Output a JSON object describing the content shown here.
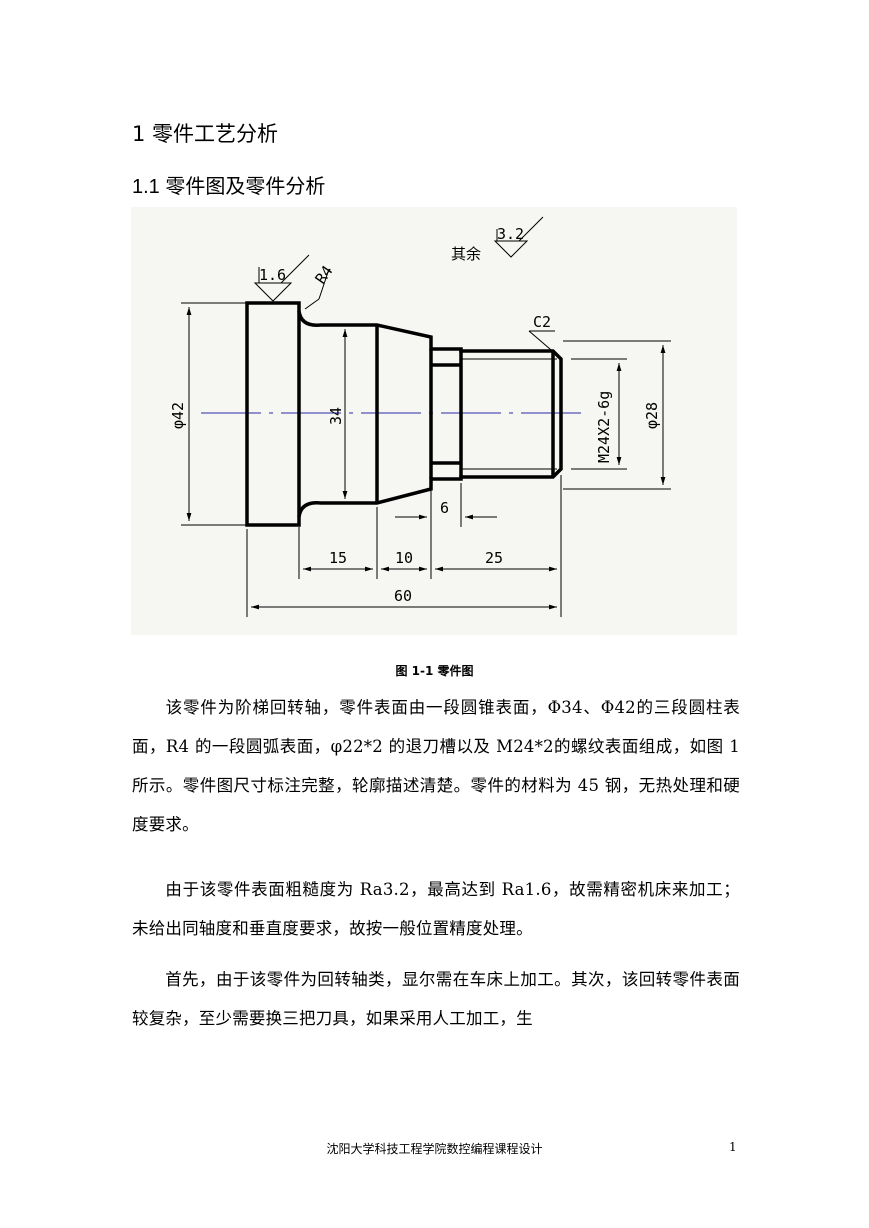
{
  "heading1": "1 零件工艺分析",
  "heading2": "1.1 零件图及零件分析",
  "drawing": {
    "roughness_other_label": "其余",
    "roughness_other_value": "3.2",
    "roughness_face_value": "1.6",
    "radius_label": "R4",
    "chamfer_label": "C2",
    "dia_left": "φ42",
    "dia_mid": "34",
    "thread": "M24X2-6g",
    "dia_right": "φ28",
    "groove_width": "6",
    "len_15": "15",
    "len_10": "10",
    "len_25": "25",
    "len_60": "60"
  },
  "caption": "图 1-1  零件图",
  "paragraphs": {
    "p1": "该零件为阶梯回转轴，零件表面由一段圆锥表面，Φ34、Φ42的三段圆柱表面，R4 的一段圆弧表面，φ22*2 的退刀槽以及 M24*2的螺纹表面组成，如图 1 所示。零件图尺寸标注完整，轮廓描述清楚。零件的材料为 45 钢，无热处理和硬度要求。",
    "p2": "由于该零件表面粗糙度为 Ra3.2，最高达到 Ra1.6，故需精密机床来加工；未给出同轴度和垂直度要求，故按一般位置精度处理。",
    "p3": "首先，由于该零件为回转轴类，显尔需在车床上加工。其次，该回转零件表面较复杂，至少需要换三把刀具，如果采用人工加工，生"
  },
  "footer": "沈阳大学科技工程学院数控编程课程设计",
  "page_number": "1"
}
